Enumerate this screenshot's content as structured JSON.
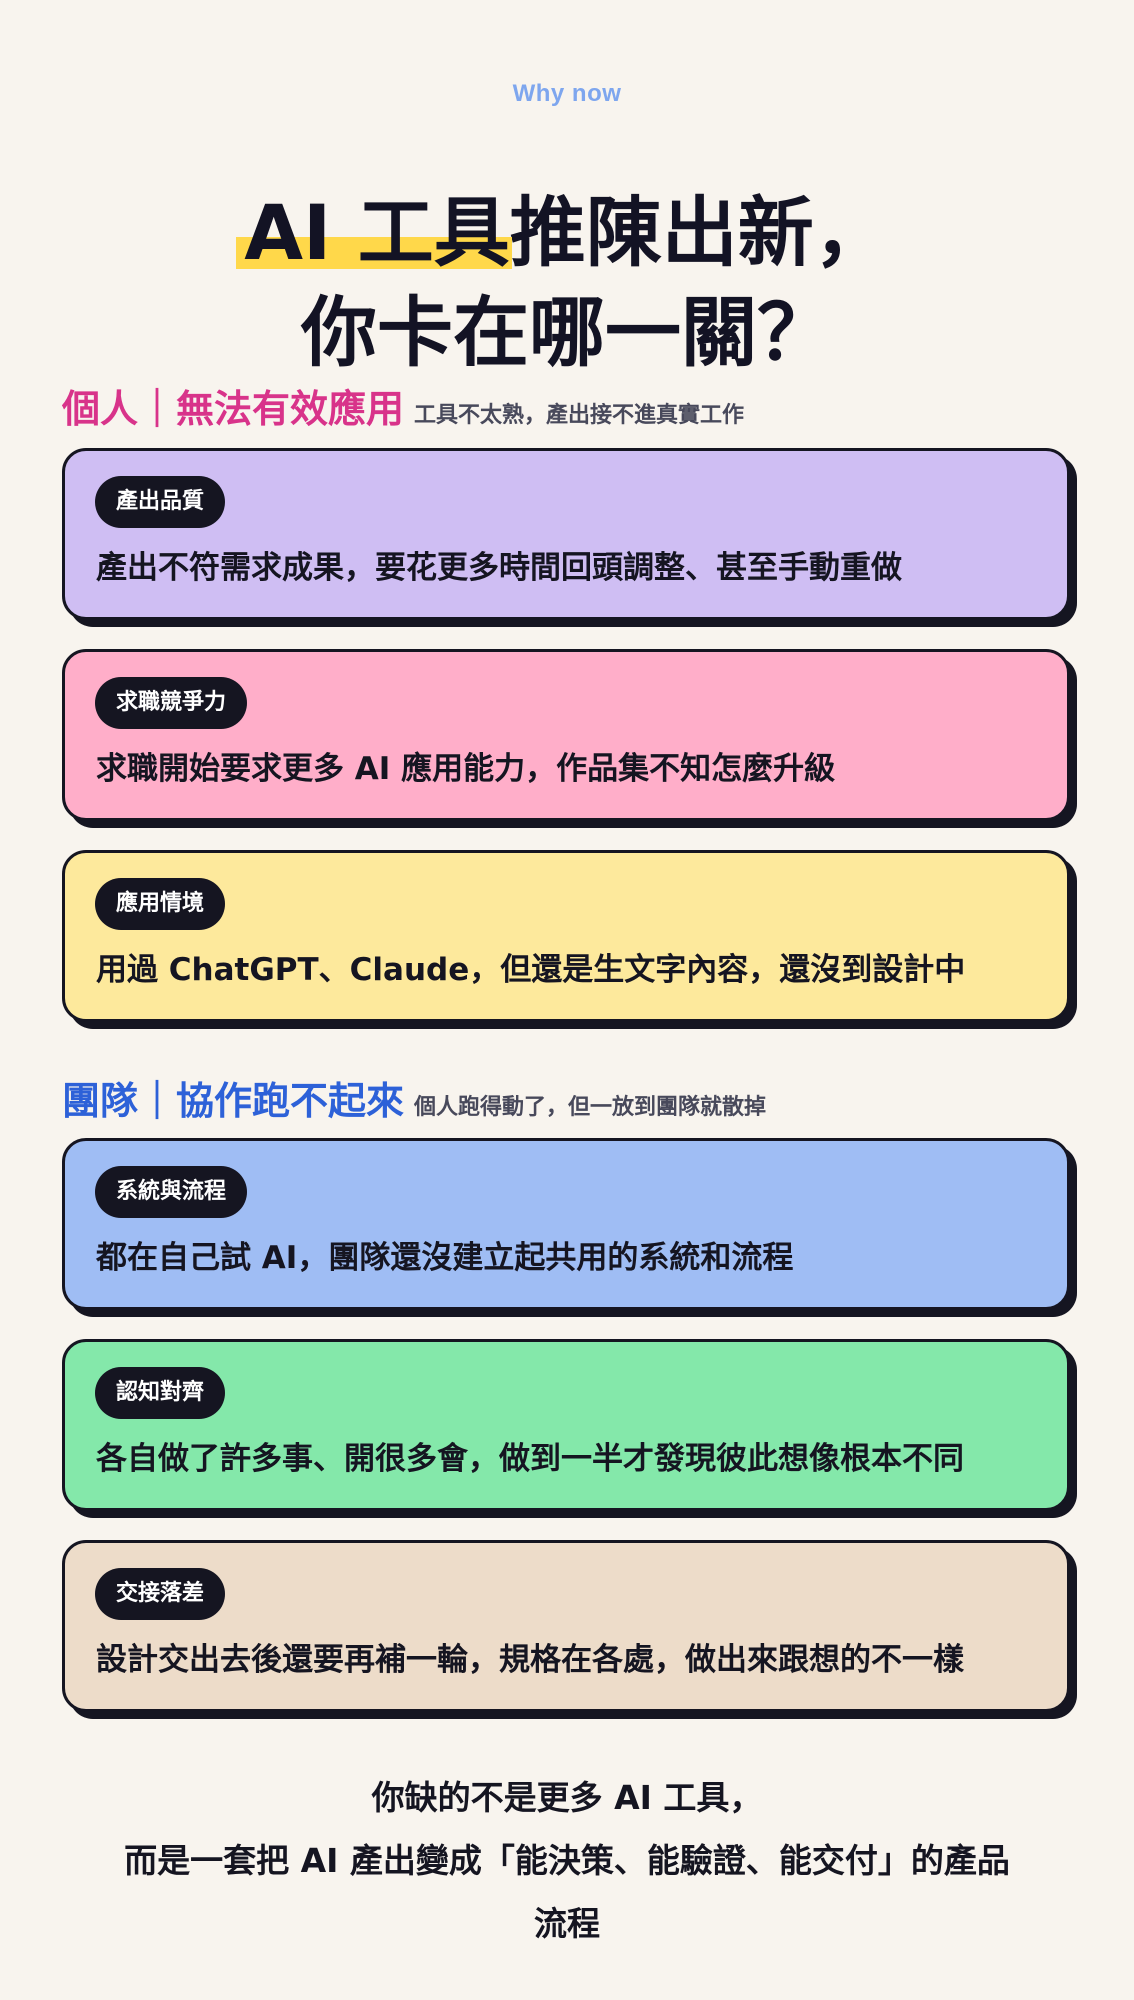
{
  "eyebrow": "Why now",
  "headline": {
    "line1_highlight": "AI 工具",
    "line1_rest": "推陳出新，",
    "line2": "你卡在哪一關？"
  },
  "sections": [
    {
      "title": "個人｜無法有效應用",
      "subtitle": "工具不太熟，產出接不進真實工作",
      "color": "#d8338a",
      "cards": [
        {
          "tag": "產出品質",
          "text": "產出不符需求成果，要花更多時間回頭調整、甚至手動重做",
          "color": "#cfbef3"
        },
        {
          "tag": "求職競爭力",
          "text": "求職開始要求更多 AI 應用能力，作品集不知怎麼升級",
          "color": "#ffaec9"
        },
        {
          "tag": "應用情境",
          "text": "用過 ChatGPT、Claude，但還是生文字內容，還沒到設計中",
          "color": "#fde99c"
        }
      ]
    },
    {
      "title": "團隊｜協作跑不起來",
      "subtitle": "個人跑得動了，但一放到團隊就散掉",
      "color": "#2d61d8",
      "cards": [
        {
          "tag": "系統與流程",
          "text": "都在自己試 AI，團隊還沒建立起共用的系統和流程",
          "color": "#9fbdf4"
        },
        {
          "tag": "認知對齊",
          "text": "各自做了許多事、開很多會，做到一半才發現彼此想像根本不同",
          "color": "#84e8aa"
        },
        {
          "tag": "交接落差",
          "text": "設計交出去後還要再補一輪，規格在各處，做出來跟想的不一樣",
          "color": "#eddcc9"
        }
      ]
    }
  ],
  "closing": {
    "line1": "你缺的不是更多 AI 工具，",
    "line2": "而是一套把 AI 產出變成「能決策、能驗證、能交付」的產品",
    "line3": "流程"
  }
}
